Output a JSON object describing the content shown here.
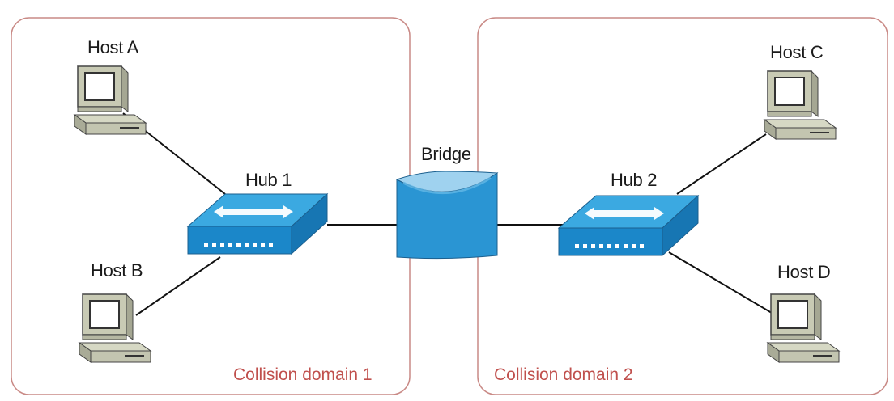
{
  "hosts": {
    "a": "Host A",
    "b": "Host B",
    "c": "Host C",
    "d": "Host D"
  },
  "hubs": {
    "hub1": "Hub 1",
    "hub2": "Hub 2"
  },
  "bridge": "Bridge",
  "domains": {
    "d1": "Collision domain 1",
    "d2": "Collision domain 2"
  },
  "colors": {
    "domain_border": "#c98a86",
    "domain_label": "#c0504d",
    "hub_top": "#3aa9e0",
    "hub_front": "#1a86c8",
    "bridge": "#2a95d3"
  }
}
